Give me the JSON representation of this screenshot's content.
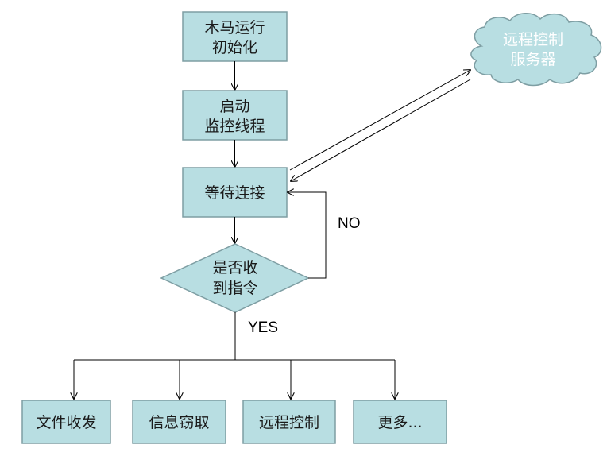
{
  "colors": {
    "node_fill": "#B8DEE2",
    "node_border": "#7E9EA3",
    "edge": "#000000",
    "cloud_text": "#FFFFFF"
  },
  "nodes": {
    "init": {
      "lines": [
        "木马运行",
        "初始化"
      ]
    },
    "start_monitor": {
      "lines": [
        "启动",
        "监控线程"
      ]
    },
    "wait_connect": {
      "lines": [
        "等待连接"
      ]
    },
    "decision": {
      "lines": [
        "是否收",
        "到指令"
      ]
    },
    "server": {
      "lines": [
        "远程控制",
        "服务器"
      ]
    },
    "actions": [
      {
        "label": "文件收发"
      },
      {
        "label": "信息窃取"
      },
      {
        "label": "远程控制"
      },
      {
        "label": "更多..."
      }
    ]
  },
  "edge_labels": {
    "no": "NO",
    "yes": "YES"
  }
}
